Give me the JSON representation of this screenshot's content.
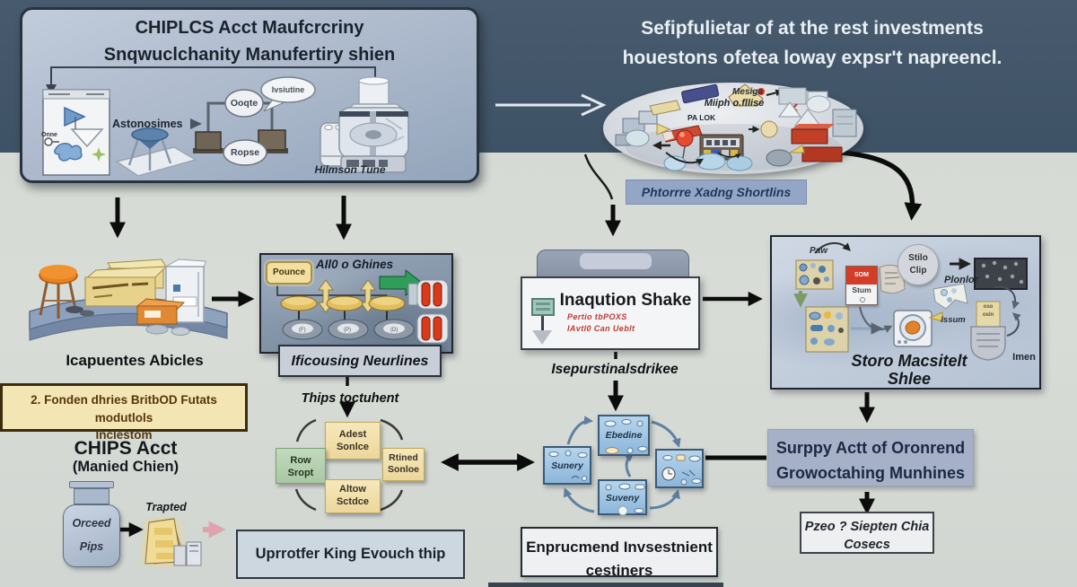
{
  "colors": {
    "top_band": "#43566a",
    "background": "#d6dad4",
    "note_yellow": "#f4e5b5",
    "sticky_yellow": "#f2e0a9",
    "sticky_green": "#b7d2b2",
    "panel_blue": "#9fb0c4",
    "cycle_blue": "#a9cbe6",
    "accent_red": "#c0392f"
  },
  "title_panel": {
    "line1": "CHIPLCS Acct Maufcrcriny",
    "line2": "Snqwuclchanity Manufertiry shien",
    "box_label": "Onne",
    "conveyor_label": "Astonosimes",
    "node_top": "Ooqte",
    "node_bottom": "Ropse",
    "bubble": "Ivsiutine",
    "machine_label": "Hilmson Tune"
  },
  "header": {
    "line1": "Sefipfulietar of at the rest investments",
    "line2": "houestons ofetea loway expsr't napreencl."
  },
  "cluster": {
    "label_top": "Mesiga",
    "label_mid": "Miiph o.fllise",
    "label_small": "PA LOK"
  },
  "shortlins_label": "Phtorrre Xadng Shortlins",
  "inputs_caption": "Icapuentes Abicles",
  "machines_panel": {
    "title": "AIl0 o Ghines",
    "cloud": "Pounce",
    "caption": "Ificousing Neurlines"
  },
  "thips_label": "Thips toctuhent",
  "sticky": {
    "top": "Adest\nSonlce",
    "left": "Row\nSropt",
    "right": "Rtined\nSonloe",
    "bottom": "Altow\nSctdce"
  },
  "funding_note": "2. Fonden dhries BritbOD Futats modutlols\nInclestom",
  "chips": {
    "title": "CHIPS Acct",
    "subtitle": "(Manied Chien)",
    "jar": "Orceed\nPips",
    "trapted": "Trapted"
  },
  "uprotler_label": "Uprrotfer King Evouch thip",
  "inaqution": {
    "title": "Inaqution Shake",
    "red1": "Pertio tbPOXS",
    "red2": "IAvtl0 Can Ueblt",
    "below_label": "Isepurstinalsdrikee"
  },
  "cycle": {
    "top": "Ebedine",
    "left": "Sunery",
    "bottom": "Suveny"
  },
  "enprucmend_label": "Enprucmend Invsestnient\ncestiners",
  "store_panel": {
    "paw": "Paw",
    "som": "SOM",
    "stum": "Stum",
    "stilo": "Stilo\nClip",
    "plonlor": "Plonlor",
    "issum": "Issum",
    "note": "oso\nosln",
    "imen": "Imen",
    "caption": "Storo Macsitelt\nShlee"
  },
  "supply_label": "Surppy Actt of Oronrend\nGrowoctahing Munhines",
  "pzeo_label": "Pzeo ? Siepten Chia\nCosecs"
}
